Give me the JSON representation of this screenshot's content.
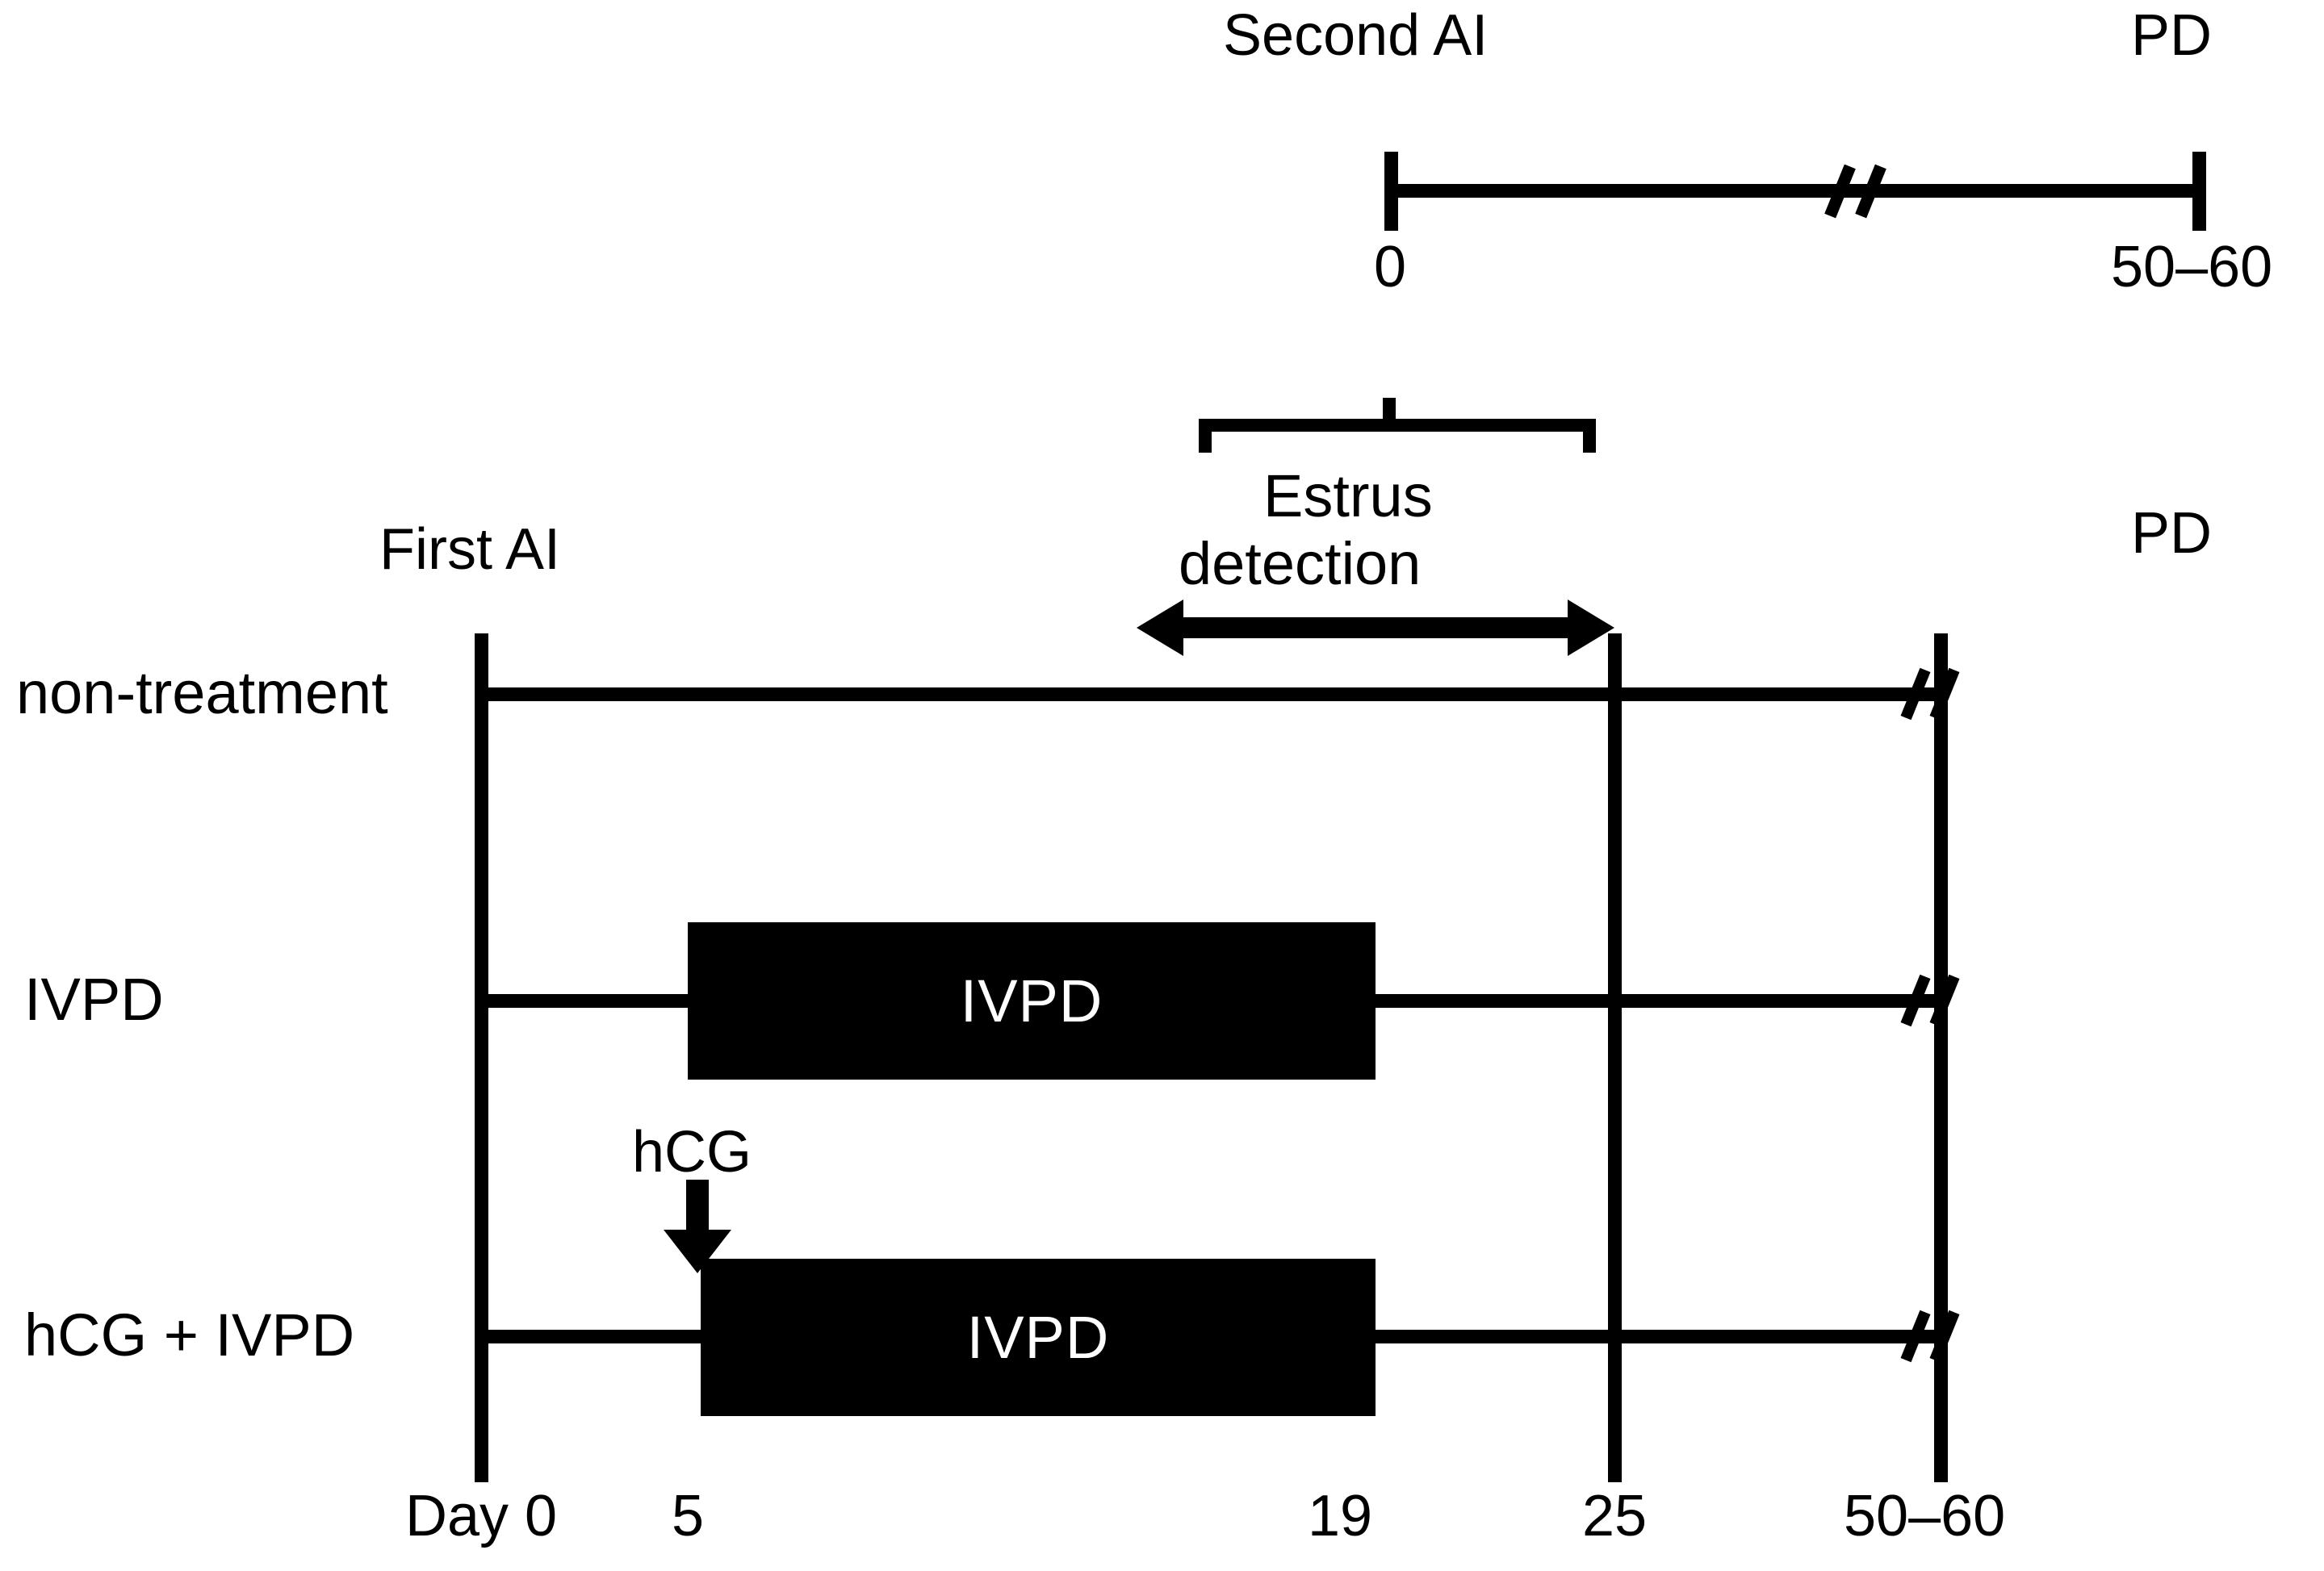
{
  "figure": {
    "type": "timeline-diagram",
    "background": "#ffffff",
    "ink_color": "#000000"
  },
  "top_timeline": {
    "start_label": "Second AI",
    "end_label": "PD",
    "start_tick": "0",
    "end_tick": "50–60",
    "has_axis_break": true
  },
  "estrus": {
    "label_line1": "Estrus",
    "label_line2": "detection",
    "has_bracket": true,
    "has_double_arrow": true
  },
  "main": {
    "first_ai_label": "First AI",
    "pd_label": "PD",
    "rows": [
      {
        "name": "non-treatment",
        "label": "non-treatment",
        "treatment_bar": null,
        "has_axis_break": true
      },
      {
        "name": "IVPD",
        "label": "IVPD",
        "treatment_bar": "IVPD",
        "has_axis_break": true
      },
      {
        "name": "hCG + IVPD",
        "label": "hCG + IVPD",
        "treatment_bar": "IVPD",
        "injection_label": "hCG",
        "has_axis_break": true
      }
    ],
    "axis_labels": [
      "Day 0",
      "5",
      "19",
      "25",
      "50–60"
    ]
  },
  "chart_data": {
    "type": "timeline",
    "title": "",
    "xlabel": "Day",
    "x_ticks": [
      0,
      5,
      19,
      25,
      55
    ],
    "x_tick_labels": [
      "Day 0",
      "5",
      "19",
      "25",
      "50–60"
    ],
    "axis_break_between": [
      25,
      55
    ],
    "groups": [
      {
        "name": "non-treatment",
        "treatments": [],
        "line_from": 0,
        "line_to": 55
      },
      {
        "name": "IVPD",
        "treatments": [
          {
            "label": "IVPD",
            "start": 5,
            "end": 19
          }
        ],
        "line_from": 0,
        "line_to": 55
      },
      {
        "name": "hCG + IVPD",
        "treatments": [
          {
            "label": "hCG",
            "day": 5,
            "type": "injection-arrow"
          },
          {
            "label": "IVPD",
            "start": 5,
            "end": 19
          }
        ],
        "line_from": 0,
        "line_to": 55
      }
    ],
    "annotations": [
      {
        "label": "First AI",
        "day": 0
      },
      {
        "label": "Estrus detection",
        "from": 19,
        "to": 25
      },
      {
        "label": "PD",
        "day": 55
      },
      {
        "label": "Second AI",
        "day": 25,
        "timeline": "top",
        "tick": "0"
      },
      {
        "label": "PD",
        "timeline": "top",
        "tick": "50–60"
      }
    ]
  }
}
